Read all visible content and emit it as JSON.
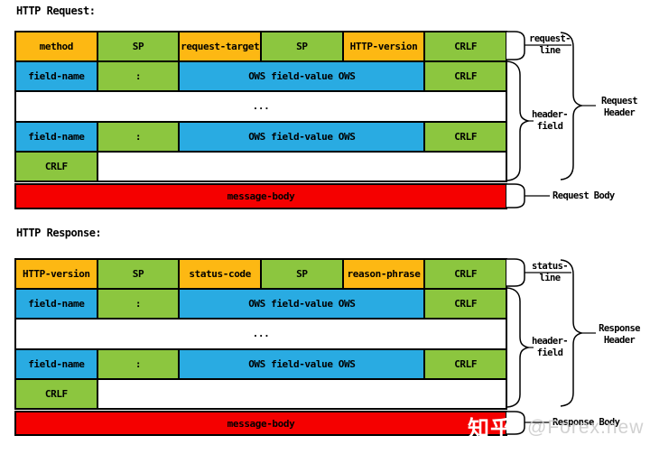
{
  "request": {
    "title": "HTTP Request:",
    "row1": [
      "method",
      "SP",
      "request-target",
      "SP",
      "HTTP-version",
      "CRLF"
    ],
    "header_row": {
      "name": "field-name",
      "colon": ":",
      "value": "OWS field-value OWS",
      "crlf": "CRLF"
    },
    "ellipsis": "...",
    "crlf": "CRLF",
    "body_label": "message-body",
    "labels": {
      "line1": "request-",
      "line2": "line",
      "hf1": "header-",
      "hf2": "field",
      "hdr1": "Request",
      "hdr2": "Header",
      "body": "Request Body"
    }
  },
  "response": {
    "title": "HTTP Response:",
    "row1": [
      "HTTP-version",
      "SP",
      "status-code",
      "SP",
      "reason-phrase",
      "CRLF"
    ],
    "header_row": {
      "name": "field-name",
      "colon": ":",
      "value": "OWS field-value OWS",
      "crlf": "CRLF"
    },
    "ellipsis": "...",
    "crlf": "CRLF",
    "body_label": "message-body",
    "labels": {
      "line1": "status-",
      "line2": "line",
      "hf1": "header-",
      "hf2": "field",
      "hdr1": "Response",
      "hdr2": "Header",
      "body": "Response Body"
    }
  },
  "watermark": {
    "brand": "知乎",
    "handle": "@Forex.new"
  },
  "colors": {
    "orange": "#FDB813",
    "green": "#8CC63F",
    "blue": "#29ABE2",
    "red": "#F50000",
    "wm-gray": "#c9c9c9"
  }
}
